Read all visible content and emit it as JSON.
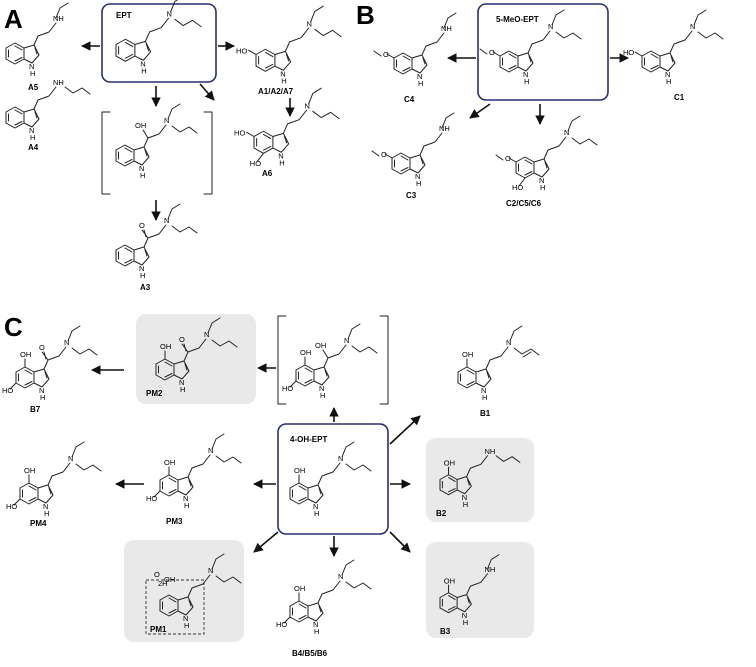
{
  "panels": {
    "A": {
      "letter": "A",
      "parent": "EPT",
      "products": [
        "A5",
        "A4",
        "A1/A2/A7",
        "A6",
        "A3"
      ]
    },
    "B": {
      "letter": "B",
      "parent": "5-MeO-EPT",
      "products": [
        "C4",
        "C1",
        "C3",
        "C2/C5/C6"
      ]
    },
    "C": {
      "letter": "C",
      "parent": "4-OH-EPT",
      "products": [
        "B7",
        "PM2",
        "B1",
        "B2",
        "PM4",
        "PM3",
        "PM1",
        "B4/B5/B6",
        "B3"
      ]
    }
  },
  "atoms": {
    "nitrogen": "N",
    "indole_nh": "N",
    "indole_h": "H",
    "amine_nh": "NH",
    "hydroxyl": "OH",
    "hydroxyl_left": "HO",
    "oxygen": "O",
    "carbonyl_o": "O",
    "pm1_label_2h": "2H",
    "pm1_label_o": "O"
  }
}
